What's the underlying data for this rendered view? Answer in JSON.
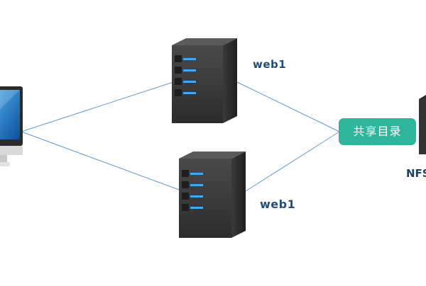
{
  "nodes": {
    "server_top": {
      "label": "web1"
    },
    "server_bottom": {
      "label": "web1"
    },
    "shared_dir": {
      "label": "共享目录"
    },
    "nfs": {
      "label": "NFS"
    }
  },
  "colors": {
    "link_line": "#5b9bd5",
    "badge_bg": "#2eb59b",
    "label_text": "#1f4e79",
    "server_body": "#3a3a3a",
    "server_led": "#3fa9f5"
  }
}
